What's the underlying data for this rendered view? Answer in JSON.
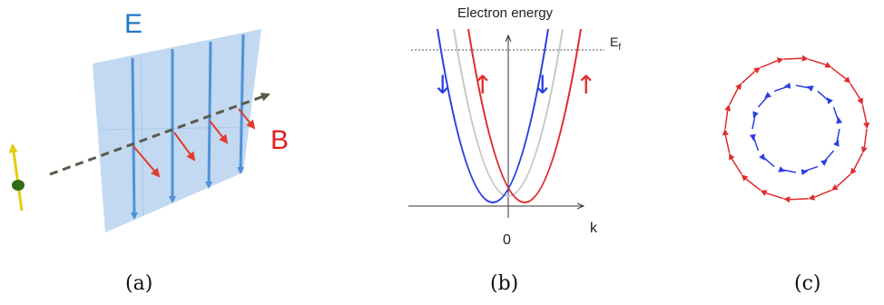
{
  "panel_a": {
    "e_label": "E",
    "b_label": "B",
    "caption": "(a)"
  },
  "panel_b": {
    "title": "Electron energy",
    "fermi_label": "E",
    "fermi_sub": "f",
    "k_label": "k",
    "zero_label": "0",
    "spin_down": "↓",
    "spin_up": "↑",
    "caption": "(b)"
  },
  "panel_c": {
    "caption": "(c)"
  },
  "colors": {
    "e_field": "#4f92d8",
    "b_field": "#e53b2c",
    "sheet": "#b7d2ee",
    "spin_down_band": "#2a3fe0",
    "spin_up_band": "#e02a2a",
    "neutral_band": "#c8c8c8",
    "particle": "#2f6b12",
    "spin_axis": "#e6cc10"
  }
}
